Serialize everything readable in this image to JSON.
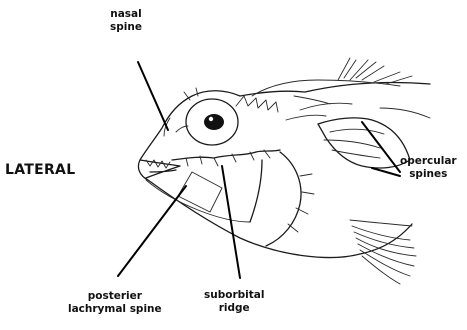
{
  "view_label": "LATERAL",
  "labels": {
    "nasal_spine": [
      "nasal",
      "spine"
    ],
    "opercular_spines": [
      "opercular",
      "spines"
    ],
    "posterior_lachrymal_spine": [
      "posterier",
      "lachrymal spine"
    ],
    "suborbital_ridge": [
      "suborbital",
      "ridge"
    ]
  }
}
